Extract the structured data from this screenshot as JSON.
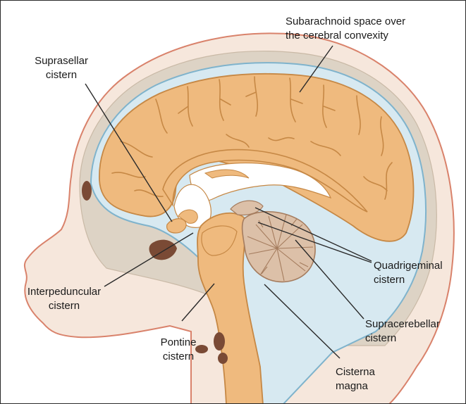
{
  "labels": {
    "subarachnoid": [
      "Subarachnoid space over",
      "the cerebral convexity"
    ],
    "suprasellar": [
      "Suprasellar",
      "cistern"
    ],
    "interpeduncular": [
      "Interpeduncular",
      "cistern"
    ],
    "pontine": [
      "Pontine",
      "cistern"
    ],
    "quadrigeminal": [
      "Quadrigeminal",
      "cistern"
    ],
    "supracerebellar": [
      "Supracerebellar",
      "cistern"
    ],
    "cisterna_magna": [
      "Cisterna",
      "magna"
    ]
  },
  "colors": {
    "skin": "#f6e7dc",
    "skin_outline": "#d9826b",
    "skull": "#ddd3c5",
    "csf": "#d7e9f1",
    "csf_outline": "#7fb3cc",
    "brain": "#efba7e",
    "brain_outline": "#c68845",
    "cerebellum": "#dcc0a8",
    "dark_spots": "#7a4a35",
    "leader": "#2a2a2a"
  }
}
